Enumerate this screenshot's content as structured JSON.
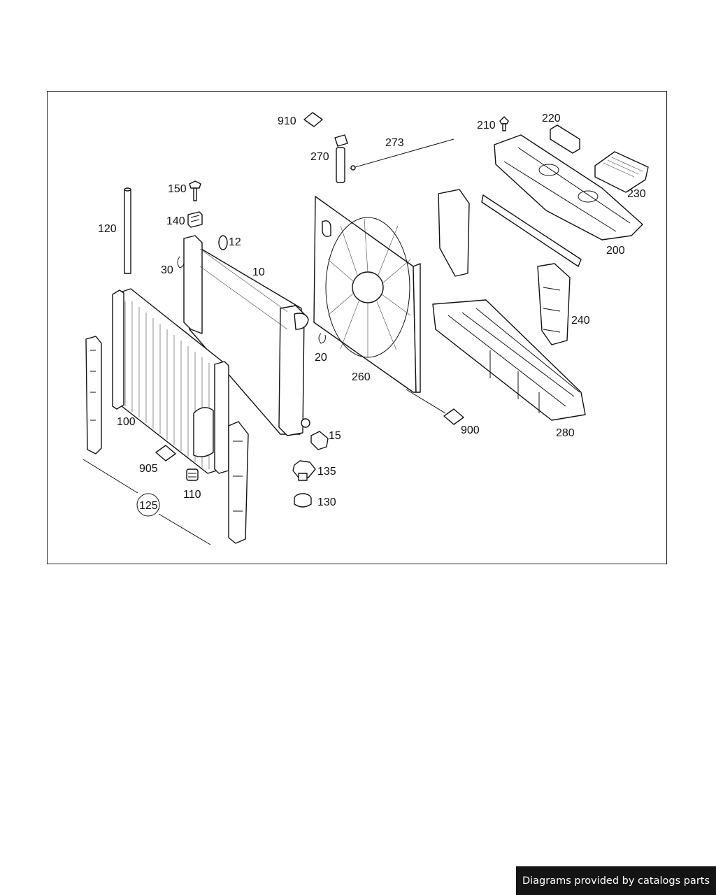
{
  "diagram": {
    "callouts": [
      {
        "id": "c910",
        "text": "910"
      },
      {
        "id": "c270",
        "text": "270"
      },
      {
        "id": "c273",
        "text": "273"
      },
      {
        "id": "c210",
        "text": "210"
      },
      {
        "id": "c220",
        "text": "220"
      },
      {
        "id": "c230",
        "text": "230"
      },
      {
        "id": "c200",
        "text": "200"
      },
      {
        "id": "c240",
        "text": "240"
      },
      {
        "id": "c150",
        "text": "150"
      },
      {
        "id": "c140",
        "text": "140"
      },
      {
        "id": "c120",
        "text": "120"
      },
      {
        "id": "c12",
        "text": "12"
      },
      {
        "id": "c30",
        "text": "30"
      },
      {
        "id": "c10",
        "text": "10"
      },
      {
        "id": "c20",
        "text": "20"
      },
      {
        "id": "c260",
        "text": "260"
      },
      {
        "id": "c100",
        "text": "100"
      },
      {
        "id": "c900",
        "text": "900"
      },
      {
        "id": "c280",
        "text": "280"
      },
      {
        "id": "c15",
        "text": "15"
      },
      {
        "id": "c135",
        "text": "135"
      },
      {
        "id": "c130",
        "text": "130"
      },
      {
        "id": "c905",
        "text": "905"
      },
      {
        "id": "c110",
        "text": "110"
      },
      {
        "id": "c125",
        "text": "125"
      }
    ]
  },
  "footer": {
    "credit": "Diagrams provided by catalogs parts"
  }
}
